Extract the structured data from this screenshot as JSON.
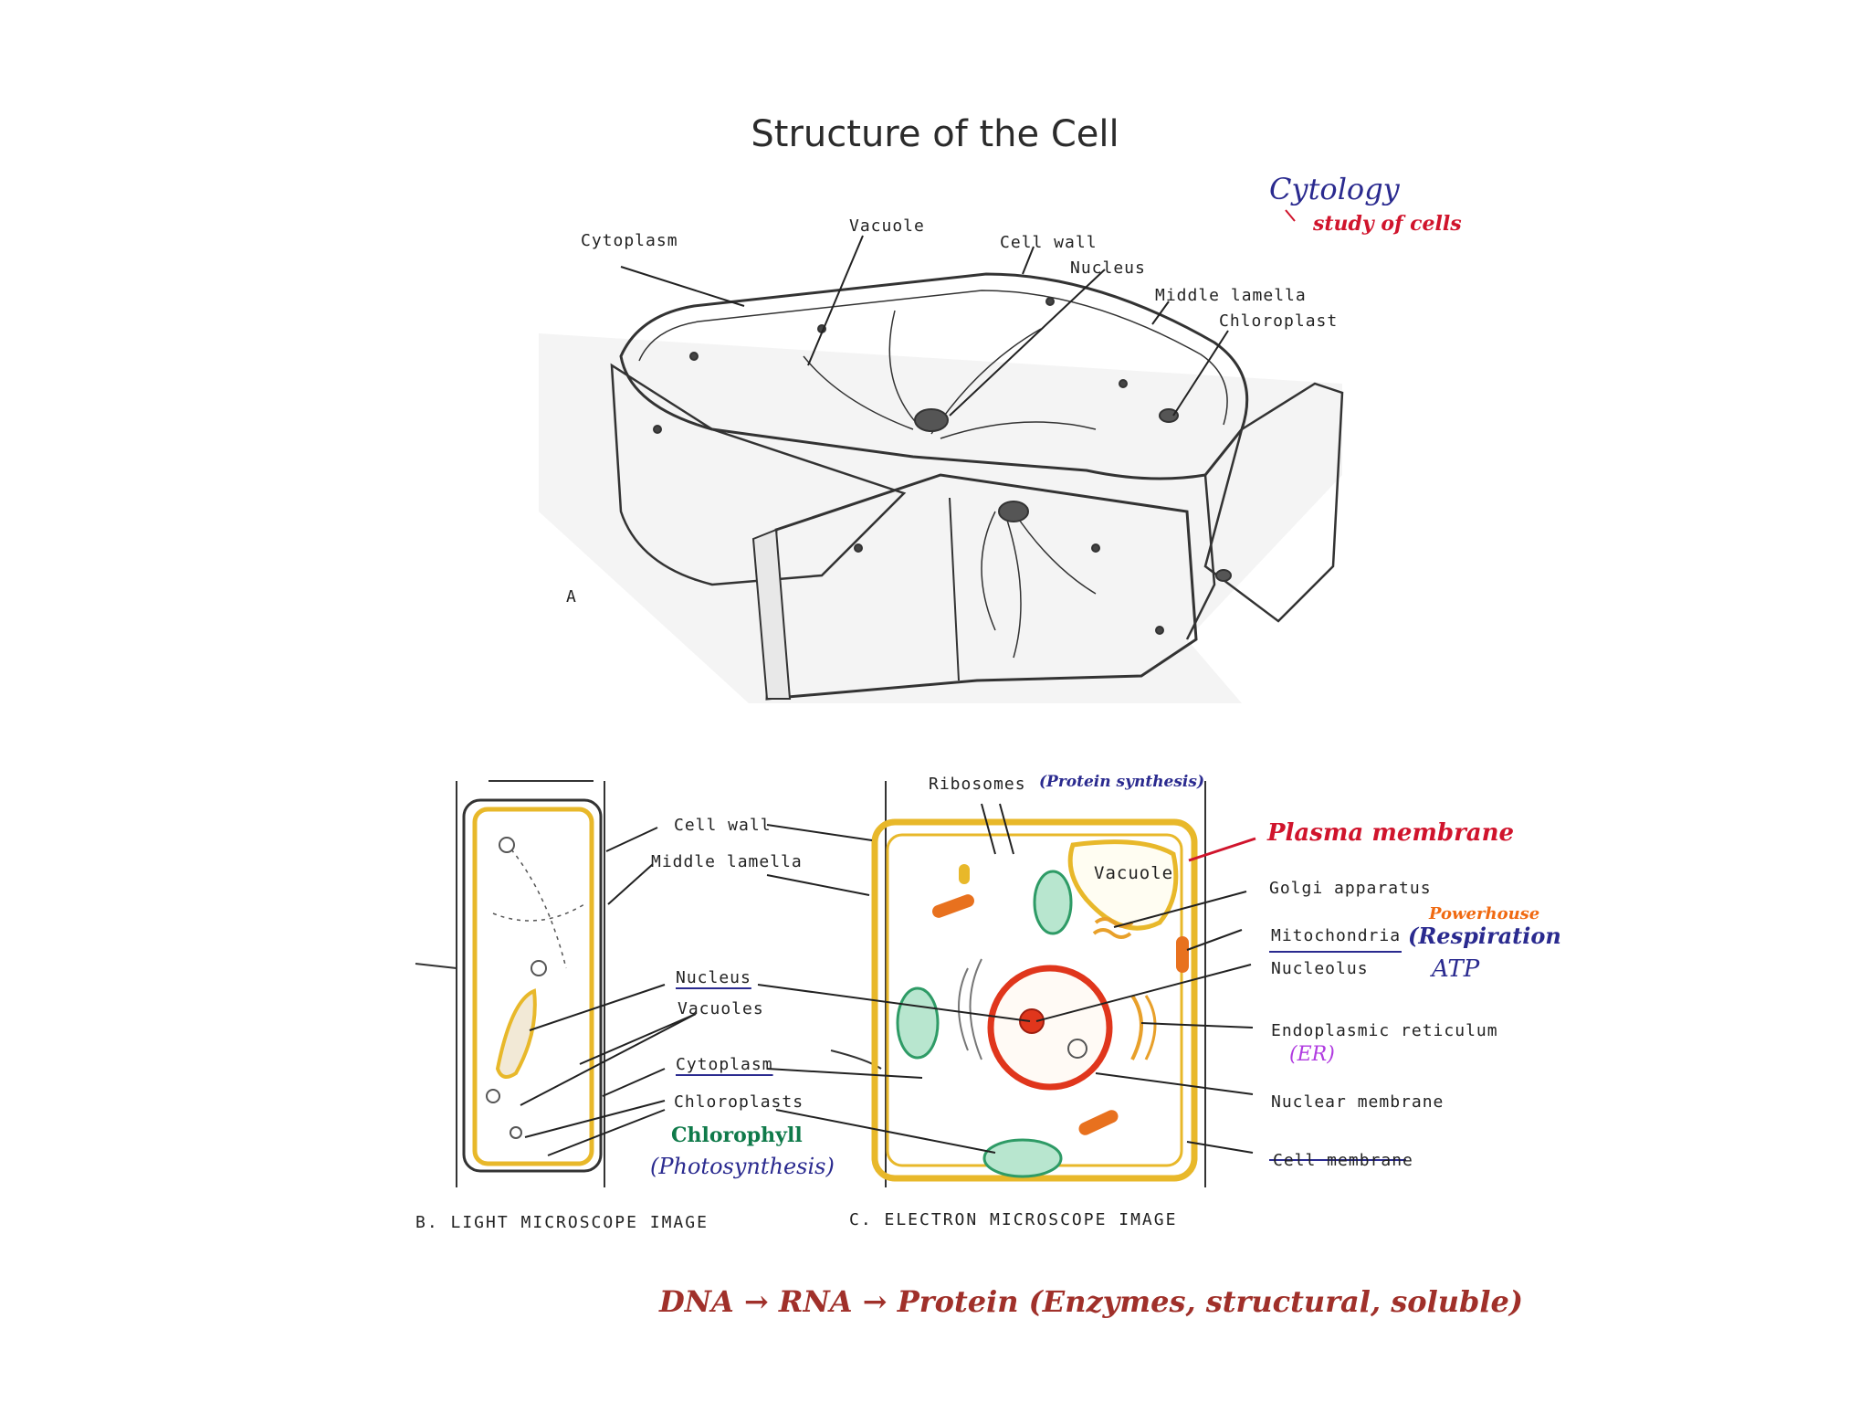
{
  "title": "Structure of the Cell",
  "notes": {
    "cytology": "Cytology",
    "study_of_cells": "study of cells",
    "plasma_membrane": "Plasma membrane",
    "powerhouse": "Powerhouse",
    "respiration": "(Respiration",
    "atp": "ATP",
    "er": "(ER)",
    "chlorophyll": "Chlorophyll",
    "photosynthesis": "(Photosynthesis)",
    "protein_synthesis": "(Protein synthesis)",
    "dna_flow": "DNA → RNA → Protein (Enzymes, structural, soluble)"
  },
  "panel_a": {
    "letter": "A",
    "labels": {
      "cytoplasm": "Cytoplasm",
      "vacuole": "Vacuole",
      "cell_wall": "Cell wall",
      "nucleus": "Nucleus",
      "middle_lamella": "Middle lamella",
      "chloroplast": "Chloroplast"
    }
  },
  "panel_b": {
    "caption": "B. LIGHT MICROSCOPE IMAGE",
    "labels": {
      "cell_wall": "Cell wall",
      "middle_lamella": "Middle lamella",
      "nucleus": "Nucleus",
      "vacuoles": "Vacuoles",
      "cytoplasm": "Cytoplasm",
      "chloroplasts": "Chloroplasts"
    }
  },
  "panel_c": {
    "caption": "C. ELECTRON MICROSCOPE IMAGE",
    "labels": {
      "ribosomes": "Ribosomes",
      "vacuole": "Vacuole",
      "golgi": "Golgi apparatus",
      "mitochondria": "Mitochondria",
      "nucleolus": "Nucleolus",
      "er": "Endoplasmic reticulum",
      "nuclear_membrane": "Nuclear membrane",
      "cell_membrane": "Cell membrane"
    }
  },
  "colors": {
    "wall_yellow": "#e8b82a",
    "nucleus_red": "#e0361c",
    "chloroplast_green": "#5cc08a",
    "mito_orange": "#e8711e",
    "ink": "#222222"
  }
}
